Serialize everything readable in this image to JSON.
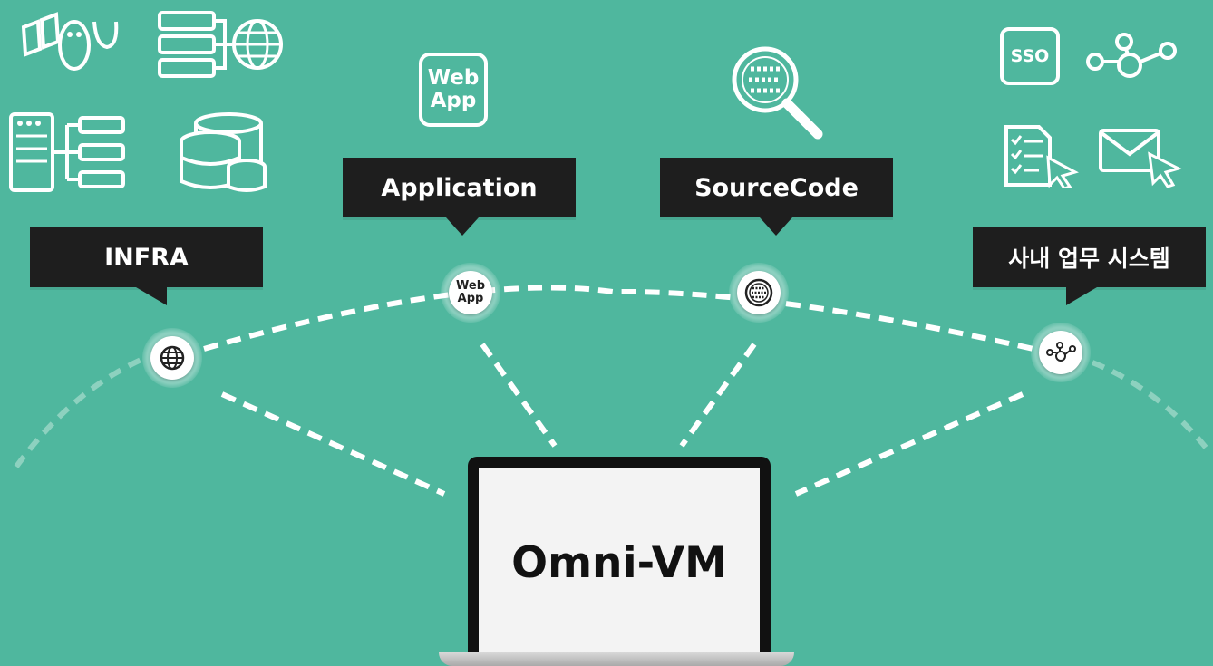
{
  "callouts": {
    "infra": "INFRA",
    "application": "Application",
    "sourcecode": "SourceCode",
    "internal": "사내 업무 시스템"
  },
  "icons": {
    "webapp_big": [
      "Web",
      "App"
    ],
    "webapp_node": [
      "Web",
      "App"
    ],
    "sso": "SSO"
  },
  "center": {
    "label": "Omni-VM"
  },
  "colors": {
    "background": "#4fb79e",
    "callout": "#1e1e1e",
    "icon": "#ffffff"
  }
}
